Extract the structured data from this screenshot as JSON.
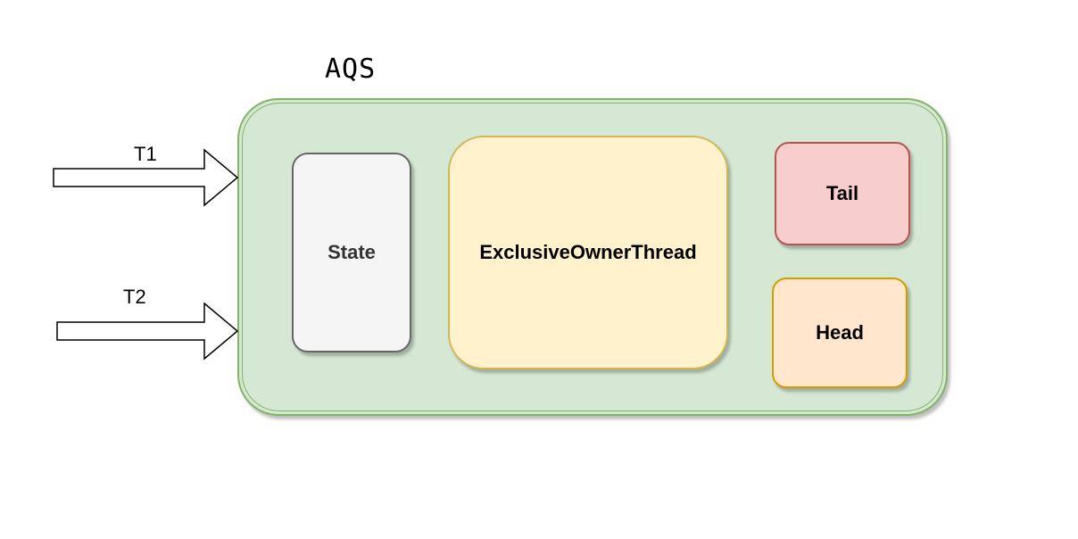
{
  "diagram": {
    "title": "AQS",
    "nodes": {
      "state": "State",
      "owner": "ExclusiveOwnerThread",
      "tail": "Tail",
      "head": "Head"
    },
    "arrows": [
      {
        "label": "T1"
      },
      {
        "label": "T2"
      }
    ]
  },
  "colors": {
    "aqs_fill": "#d5e8d4",
    "aqs_stroke": "#82b366",
    "state_fill": "#f5f5f5",
    "owner_fill": "#fff2cc",
    "tail_fill": "#f8cecc",
    "head_fill": "#ffe6cc"
  }
}
